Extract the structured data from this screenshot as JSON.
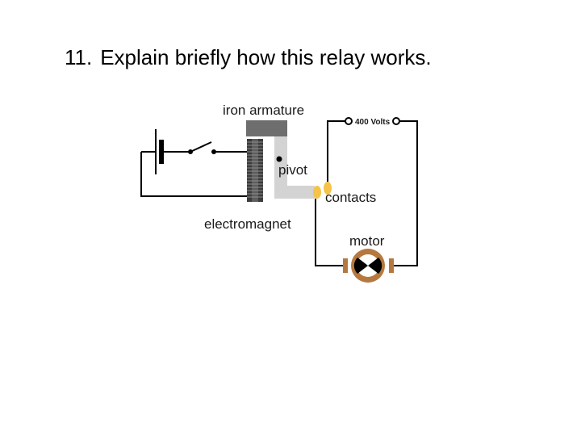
{
  "question": {
    "number": "11.",
    "text": "Explain briefly how this relay works."
  },
  "diagram": {
    "labels": {
      "iron_armature": "iron armature",
      "pivot": "pivot",
      "contacts": "contacts",
      "electromagnet": "electromagnet",
      "motor": "motor",
      "voltage": "400 Volts"
    },
    "colors": {
      "wire": "#000000",
      "armature": "#6e6e6e",
      "lever": "#d3d3d3",
      "contacts": "#f5c24a",
      "motor_body": "#b5793f",
      "coil": "#555555"
    },
    "icons": [
      "battery-icon",
      "switch-icon",
      "electromagnet-coil-icon",
      "motor-icon"
    ]
  }
}
